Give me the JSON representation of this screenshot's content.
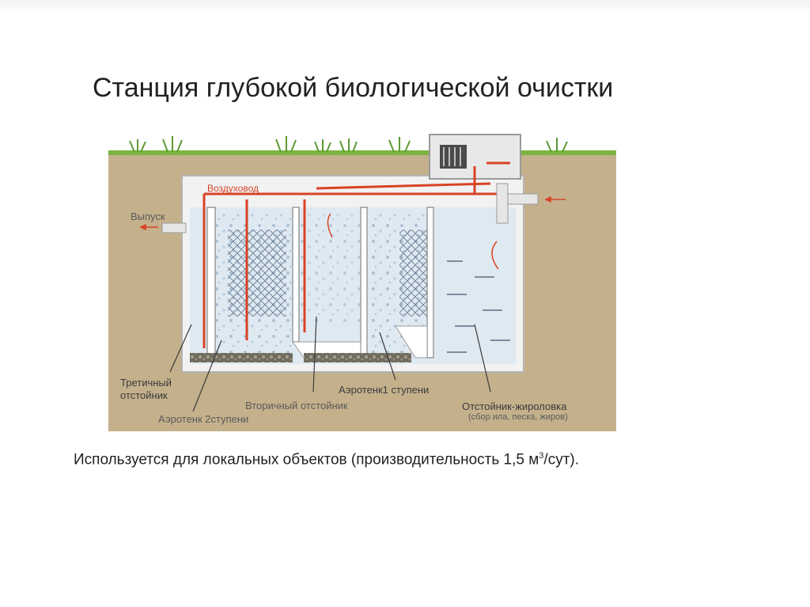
{
  "title": "Станция глубокой биологической очистки",
  "caption": {
    "before": "Используется для локальных объектов (производительность 1,5 м",
    "sup": "3",
    "after": "/сут)."
  },
  "labels": {
    "air_duct": "Воздуховод",
    "outlet": "Выпуск",
    "tertiary_1": "Третичный",
    "tertiary_2": "отстойник",
    "secondary": "Вторичный отстойник",
    "aerotank1": "Аэротенк1 ступени",
    "aerotank2": "Аэротенк 2ступени",
    "grease_trap": "Отстойник-жироловка",
    "grease_trap_note": "(сбор ила, песка, жиров)"
  },
  "colors": {
    "soil": "#c4b18c",
    "grass": "#7cb342",
    "water": "#dfe9f1",
    "pipe_red": "#d84325",
    "tank_wall": "#f2f2f2",
    "label_dark": "#3a3a3a",
    "label_gray": "#5a5a5a"
  }
}
